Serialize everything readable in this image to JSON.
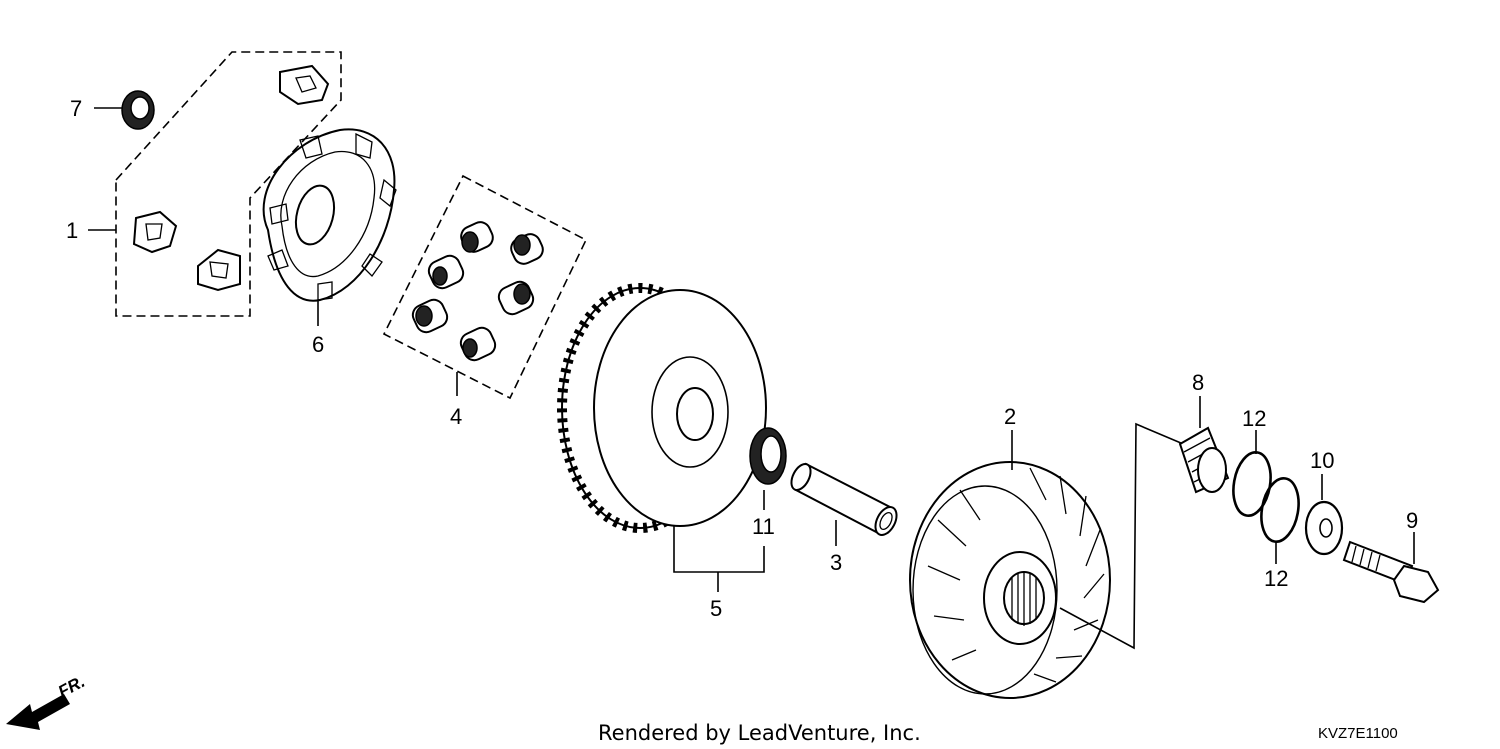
{
  "callouts": [
    {
      "id": "1",
      "part": "slide-piece-set"
    },
    {
      "id": "2",
      "part": "movable-drive-face"
    },
    {
      "id": "3",
      "part": "drive-face-boss"
    },
    {
      "id": "4",
      "part": "weight-roller-set"
    },
    {
      "id": "5",
      "part": "drive-face-assembly"
    },
    {
      "id": "6",
      "part": "ramp-plate"
    },
    {
      "id": "7",
      "part": "oil-seal-small"
    },
    {
      "id": "8",
      "part": "sleeve-collar"
    },
    {
      "id": "9",
      "part": "flange-bolt"
    },
    {
      "id": "10",
      "part": "washer"
    },
    {
      "id": "11",
      "part": "oil-seal"
    },
    {
      "id": "12",
      "part": "o-ring"
    }
  ],
  "labels": {
    "c1": "1",
    "c2": "2",
    "c3": "3",
    "c4": "4",
    "c5": "5",
    "c6": "6",
    "c7": "7",
    "c8": "8",
    "c9": "9",
    "c10": "10",
    "c11": "11",
    "c12a": "12",
    "c12b": "12"
  },
  "footer": {
    "rendered_by": "Rendered by LeadVenture, Inc.",
    "diagram_code": "KVZ7E1100",
    "front_label": "FR."
  },
  "icons": {
    "front_arrow": "front-direction-arrow-icon"
  },
  "colors": {
    "ink": "#000000",
    "paper": "#ffffff"
  }
}
